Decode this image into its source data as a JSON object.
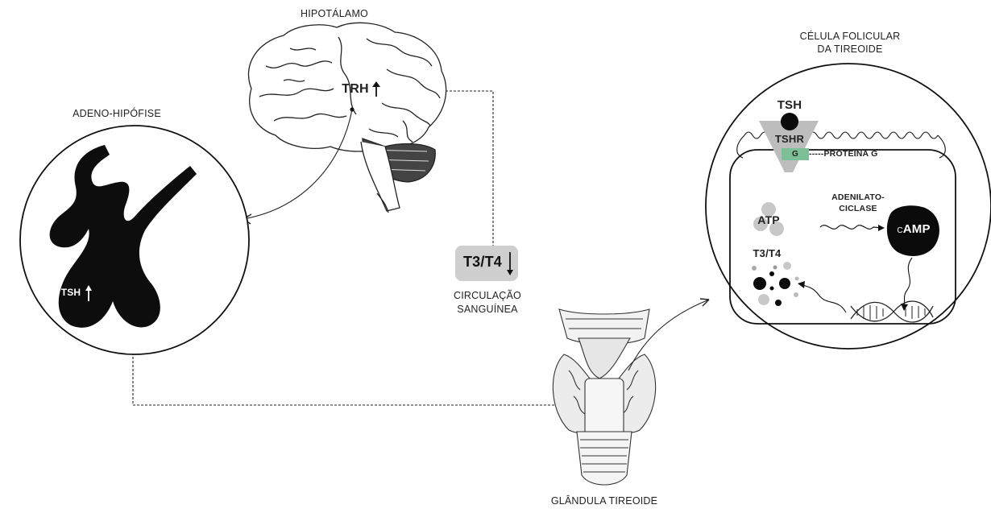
{
  "labels": {
    "hypothalamus": "HIPOTÁLAMO",
    "adenohypophysis": "ADENO-HIPÓFISE",
    "follicular_cell_line1": "CÉLULA FOLICULAR",
    "follicular_cell_line2": "DA TIREOIDE",
    "circulation_line1": "CIRCULAÇÃO",
    "circulation_line2": "SANGUÍNEA",
    "thyroid_gland": "GLÂNDULA TIREOIDE"
  },
  "hormones": {
    "trh": "TRH",
    "tsh_pituitary": "TSH",
    "t3t4_circulation": "T3/T4",
    "tsh_cell": "TSH",
    "tshr": "TSHR",
    "g": "G",
    "protein_g": "-----PROTEÍNA G",
    "atp": "ATP",
    "adenylate_line1": "ADENILATO-",
    "adenylate_line2": "CICLASE",
    "camp_c": "C",
    "camp_amp": "AMP",
    "t3t4_cell": "T3/T4"
  },
  "colors": {
    "ink": "#111111",
    "receptor_gray": "#bdbdbd",
    "protein_green": "#7dbf96",
    "atp_gray": "#c8c8c8",
    "t3t4_box": "#cfcfcf"
  },
  "icons": [
    "brain-icon",
    "pituitary-icon",
    "thyroid-icon",
    "dna-icon"
  ]
}
